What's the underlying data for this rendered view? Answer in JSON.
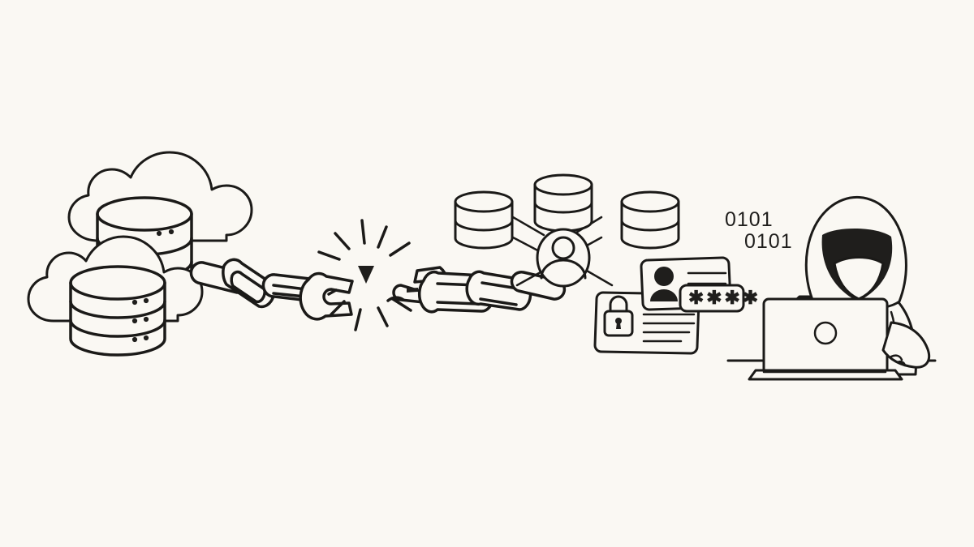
{
  "illustration": {
    "title": "Data breach: broken chain between cloud databases and hacker",
    "background_color": "#faf8f3",
    "stroke_color": "#1b1a18",
    "solid_fill_color": "#1f1e1c"
  },
  "cloud_storage": {
    "label": "cloud-databases",
    "clouds": 2,
    "databases": [
      {
        "name": "back-database",
        "tiers": 3,
        "dots_per_tier": 2
      },
      {
        "name": "front-database",
        "tiers": 3,
        "dots_per_tier": 2
      }
    ]
  },
  "chain": {
    "label": "broken-chain",
    "left_links": 3,
    "right_links": 3,
    "broken": true,
    "burst_rays": 12
  },
  "network": {
    "label": "database-network",
    "nodes": [
      {
        "name": "network-database-left",
        "tiers": 2
      },
      {
        "name": "network-database-top",
        "tiers": 2
      },
      {
        "name": "network-database-right",
        "tiers": 2
      }
    ],
    "center_node": "user-avatar-node",
    "connections": 5
  },
  "credentials": {
    "lock_card": {
      "name": "lock-id-card",
      "text_lines": 4,
      "icon": "padlock-icon"
    },
    "photo_card": {
      "name": "photo-id-card",
      "text_lines": 2,
      "icon": "avatar-silhouette-icon"
    },
    "password_field": {
      "name": "password-field",
      "value": "✱✱✱✱",
      "masked_characters": 4
    }
  },
  "binary_stream": {
    "label": "binary-code",
    "lines": [
      "0101",
      "0101"
    ]
  },
  "hacker": {
    "label": "hooded-hacker",
    "hood": "hoodie-up",
    "face": "shadowed-face",
    "device": "laptop",
    "laptop_logo": "circle-logo",
    "desk_line": true
  }
}
